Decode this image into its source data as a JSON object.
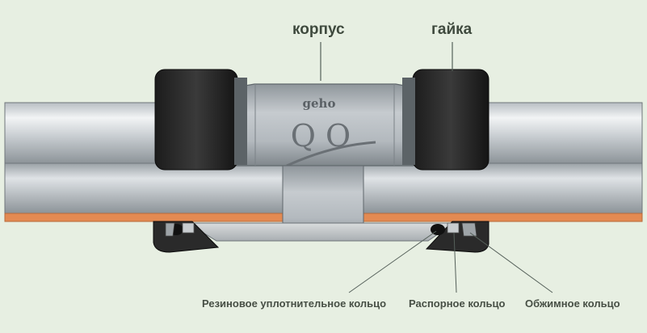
{
  "labels": {
    "body": "корпус",
    "nut": "гайка",
    "rubber_ring": "Резиновое уплотнительное кольцо",
    "spacer_ring": "Распорное кольцо",
    "clamp_ring": "Обжимное кольцо"
  },
  "fitting_marking": {
    "brand": "geho",
    "model": "Q O"
  },
  "colors": {
    "background": "#e7efe2",
    "pipe_core": "#e38a52",
    "nut": "#232323",
    "label_text": "#3f4a3e"
  }
}
